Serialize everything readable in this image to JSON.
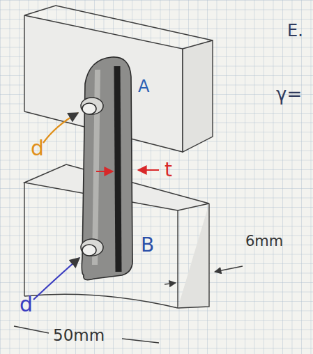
{
  "diagram": {
    "labels": [
      "E.",
      "γ=",
      "A",
      "d",
      "t",
      "B",
      "6mm",
      "d",
      "50mm"
    ]
  }
}
